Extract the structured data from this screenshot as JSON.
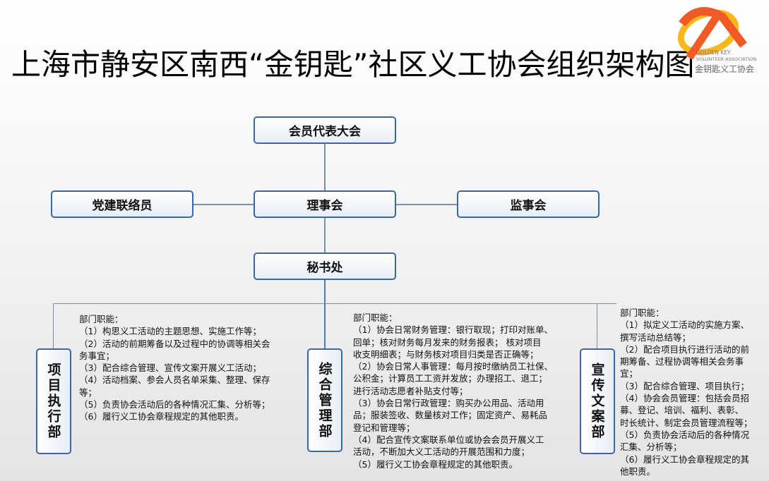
{
  "title": "上海市静安区南西“金钥匙”社区义工协会组织架构图",
  "logo": {
    "line1": "GOLDEN KEY",
    "line2": "VOLUNTEER ASSOCIATION",
    "line3": "金钥匙义工协会",
    "colors": {
      "orange": "#f05a24",
      "yellow": "#f7b71d"
    }
  },
  "nodes": {
    "assembly": "会员代表大会",
    "party_liaison": "党建联络员",
    "council": "理事会",
    "supervisory": "监事会",
    "secretariat": "秘书处"
  },
  "departments": [
    {
      "name": "项目执行部",
      "heading": "部门职能：",
      "lines": [
        "（1）构思义工活动的主题思想、实施工作等；",
        "（2）活动的前期筹备以及过程中的协调等相关会",
        "务事宜；",
        "（3）配合综合管理、宣传文案开展义工活动；",
        "（4）活动档案、参会人员名单采集、整理、保存",
        "等；",
        "（5）负责协会活动后的各种情况汇集、分析等；",
        "（6）履行义工协会章程规定的其他职责。"
      ]
    },
    {
      "name": "综合管理部",
      "heading": "部门职能：",
      "lines": [
        "（1）协会日常财务管理：银行取现；打印对账单、",
        "回单；核对财务每月发来的财务报表； 核对项目",
        "收支明细表；与财务核对项目归类是否正确等；",
        "（2）协会日常人事管理：每月按时缴纳员工社保、",
        "公积金；计算员工工资并发放；办理招工、退工；",
        "进行活动志愿者补贴支付等；",
        "（3）协会日常行政管理：购买办公用品、活动用",
        "品；服装签收、数量核对工作；固定资产、易耗品",
        "登记和管理等；",
        "（4）配合宣传文案联系单位或协会会员开展义工",
        "活动，不断加大义工活动的开展范围和力度；",
        "（5）履行义工协会章程规定的其他职责。"
      ]
    },
    {
      "name": "宣传文案部",
      "heading": "部门职能：",
      "lines": [
        "（1）拟定义工活动的实施方案、",
        "撰写活动总结等；",
        "（2）配合项目执行进行活动的前",
        "期筹备、过程协调等相关会务事",
        "宜；",
        "（3）配合综合管理、项目执行；",
        "（4）协会会员管理：包括会员招",
        "募、登记、培训、福利、表彰、",
        "时长统计、制定会员管理流程等；",
        "（5）负责协会活动后的各种情况",
        "汇集、分析等；",
        "（6）履行义工协会章程规定的其",
        "他职责。"
      ]
    }
  ]
}
